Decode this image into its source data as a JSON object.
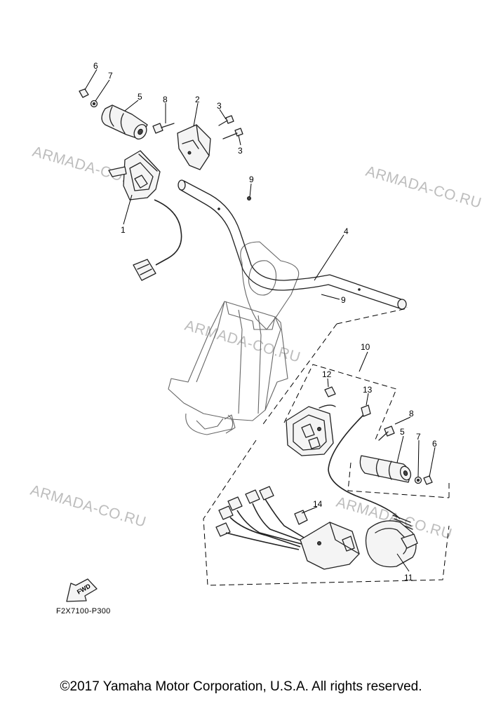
{
  "watermark": "ARMADA-CO.RU",
  "diagram_code": "F2X7100-P300",
  "fwd_label": "FWD",
  "copyright": "©2017 Yamaha Motor Corporation, U.S.A. All rights reserved.",
  "callouts": {
    "c1": "1",
    "c2": "2",
    "c3a": "3",
    "c3b": "3",
    "c4": "4",
    "c5a": "5",
    "c5b": "5",
    "c6a": "6",
    "c6b": "6",
    "c7a": "7",
    "c7b": "7",
    "c8a": "8",
    "c8b": "8",
    "c9a": "9",
    "c9b": "9",
    "c10": "10",
    "c11": "11",
    "c12": "12",
    "c13": "13",
    "c14": "14"
  }
}
